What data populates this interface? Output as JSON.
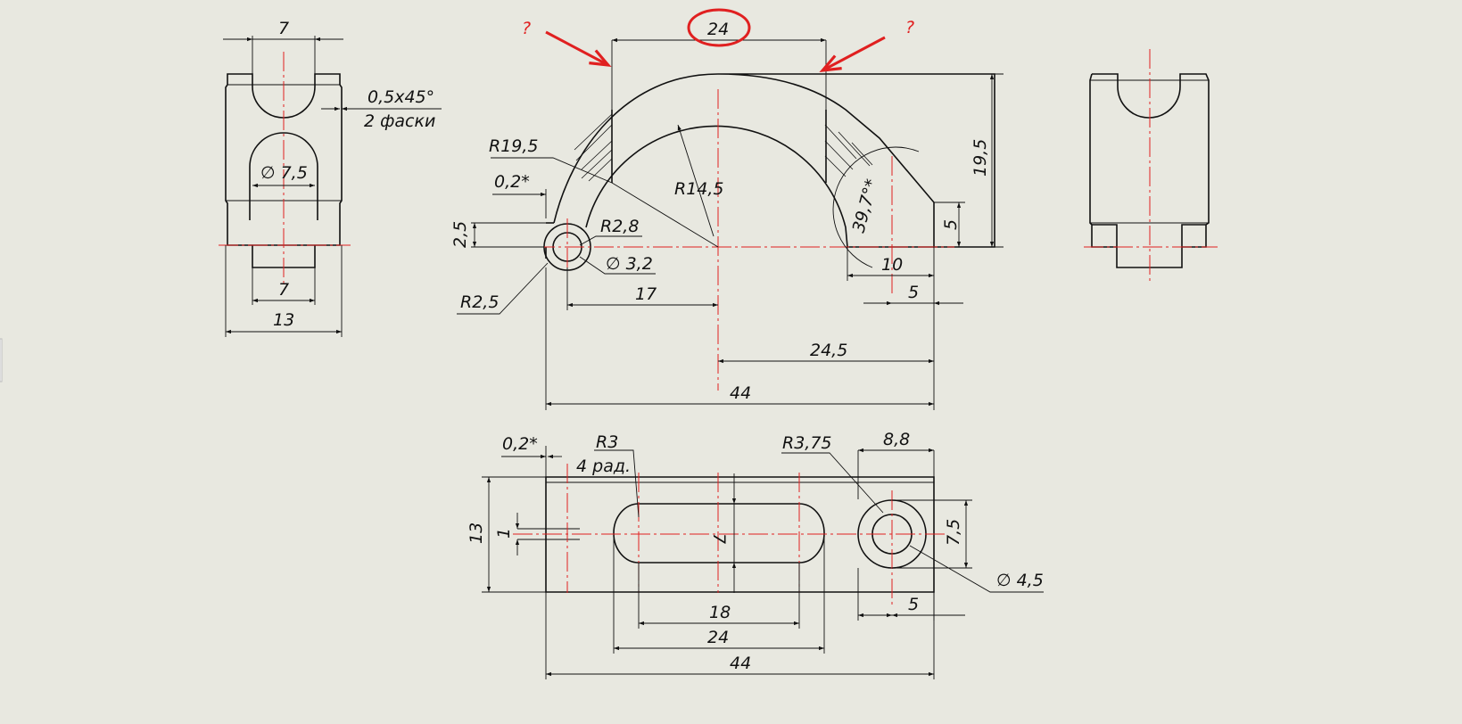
{
  "drawing": {
    "background": "#e8e8e0",
    "line_color": "#111111",
    "axis_color": "#e02020",
    "markup_color": "#e02020"
  },
  "left_view": {
    "dim_top": "7",
    "dim_bottom_inner": "7",
    "dim_bottom": "13",
    "chamfer_line1": "0,5x45°",
    "chamfer_line2": "2 фаски",
    "hole_dia": "∅ 7,5"
  },
  "front_view": {
    "r_outer": "R19,5",
    "r_inner": "R14,5",
    "r_hole_a": "R2,8",
    "r_hole_b": "R2,5",
    "hole_dia": "∅ 3,2",
    "offset_top": "0,2*",
    "height_small": "2,5",
    "dim_17": "17",
    "dim_24_5": "24,5",
    "dim_44": "44",
    "dim_10": "10",
    "dim_5_bottom": "5",
    "dim_5_right": "5",
    "dim_19_5": "19,5",
    "angle": "39,7°*",
    "dim_24_questioned": "24"
  },
  "bottom_view": {
    "offset": "0,2*",
    "r_slot_line1": "R3",
    "r_slot_line2": "4 рад.",
    "r_boss": "R3,75",
    "dim_8_8": "8,8",
    "dim_13": "13",
    "dim_1": "1",
    "dim_7": "7",
    "dim_7_5": "7,5",
    "hole_dia": "∅ 4,5",
    "dim_5": "5",
    "dim_18": "18",
    "dim_24": "24",
    "dim_44": "44"
  },
  "annotations": {
    "question_left": "?",
    "question_right": "?"
  }
}
